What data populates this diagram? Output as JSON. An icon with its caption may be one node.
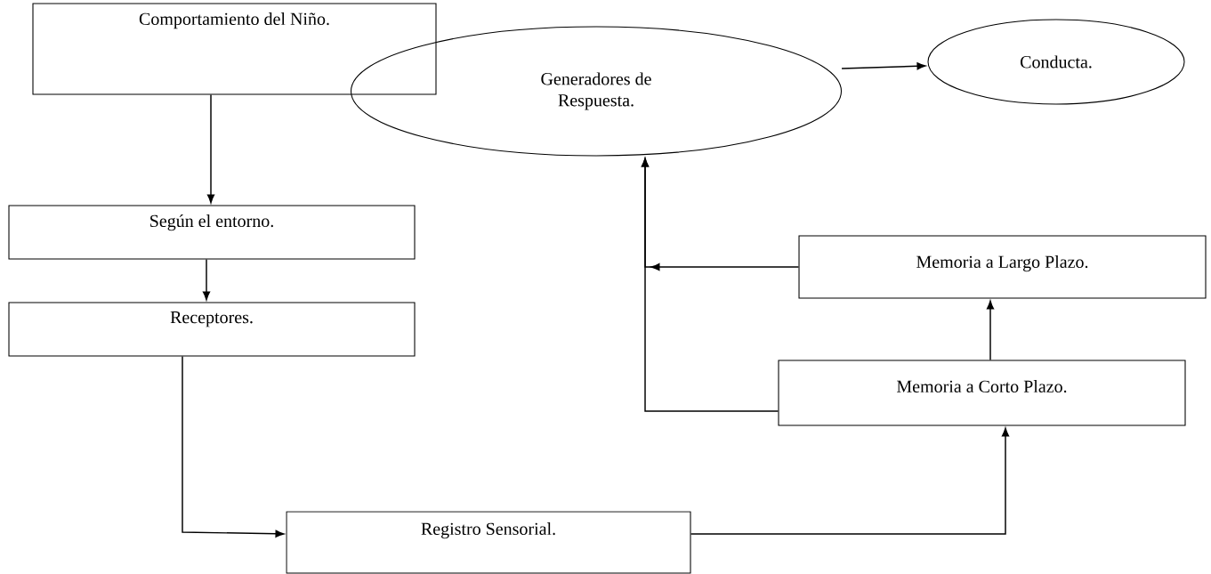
{
  "diagram": {
    "nodes": [
      {
        "text": [
          "Comportamiento del Niño."
        ]
      },
      {
        "text": [
          "Según el entorno."
        ]
      },
      {
        "text": [
          "Receptores."
        ]
      },
      {
        "text": [
          "Registro Sensorial."
        ]
      },
      {
        "text": [
          "Memoria a Corto Plazo."
        ]
      },
      {
        "text": [
          "Memoria a Largo Plazo."
        ]
      },
      {
        "text": [
          "Generadores de Respuesta."
        ]
      },
      {
        "text": [
          "Conducta."
        ]
      }
    ],
    "edges": [
      {
        "from": 0,
        "to": 1,
        "arrow": "to"
      },
      {
        "from": 1,
        "to": 2,
        "arrow": "to"
      },
      {
        "from": 2,
        "to": 3,
        "arrow": "to"
      },
      {
        "from": 3,
        "to": 4,
        "arrow": "to"
      },
      {
        "from": 4,
        "to": 5,
        "arrow": "to"
      },
      {
        "from": 5,
        "to": 6,
        "arrow": "to"
      },
      {
        "from": 4,
        "to": 6,
        "arrow": "to"
      },
      {
        "from": 6,
        "to": 7,
        "arrow": "to"
      }
    ]
  }
}
